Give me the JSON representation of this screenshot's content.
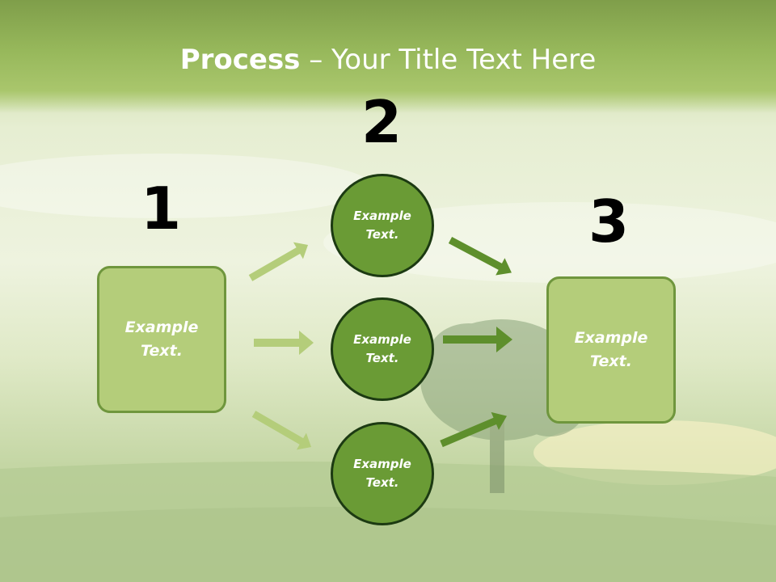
{
  "slide": {
    "title_bold": "Process",
    "title_rest": " – Your Title Text Here"
  },
  "steps": {
    "one": {
      "number": "1",
      "label": "Example\nText."
    },
    "two": {
      "number": "2"
    },
    "three": {
      "number": "3",
      "label": "Example\nText."
    }
  },
  "circles": [
    {
      "label": "Example\nText."
    },
    {
      "label": "Example\nText."
    },
    {
      "label": "Example\nText."
    }
  ],
  "colors": {
    "box_fill": "#b4cd7a",
    "box_border": "#6f963d",
    "circle_fill": "#6a9b35",
    "circle_border": "#1c3a12",
    "arrow_light": "#b4cd7a",
    "arrow_dark": "#5e8f2c"
  }
}
